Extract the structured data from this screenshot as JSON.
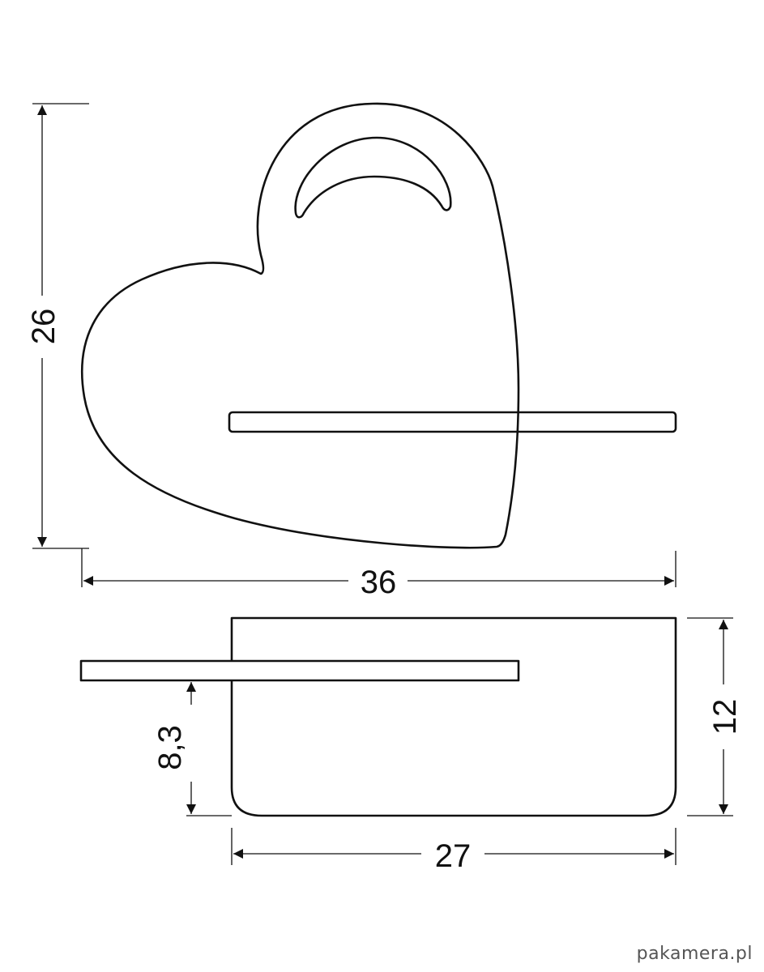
{
  "dimensions": {
    "heart_height": "26",
    "heart_width": "36",
    "shelf_height": "8,3",
    "box_height": "12",
    "box_width": "27"
  },
  "watermark": "pakamera.pl",
  "colors": {
    "line": "#111111",
    "background": "#ffffff"
  }
}
